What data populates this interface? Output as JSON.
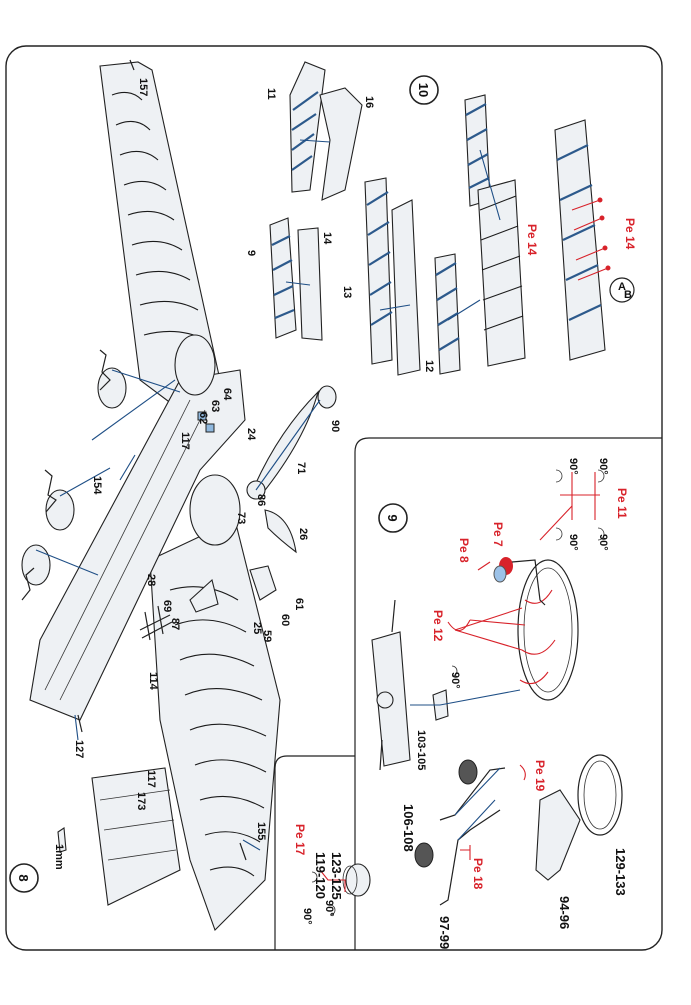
{
  "steps": [
    "8",
    "9",
    "10"
  ],
  "scale_mark": "1mm",
  "labels": {
    "l157": "157",
    "l11": "11",
    "l16": "16",
    "l9": "9",
    "l14": "14",
    "l13": "13",
    "l12": "12",
    "l62": "62",
    "l63": "63",
    "l64": "64",
    "l117a": "117",
    "l24": "24",
    "l90": "90",
    "l71": "71",
    "l86": "86",
    "l73": "73",
    "l26": "26",
    "l154": "154",
    "l28": "28",
    "l69": "69",
    "l87": "87",
    "l25": "25",
    "l59": "59",
    "l60": "60",
    "l61": "61",
    "l114": "114",
    "l127": "127",
    "l173": "173",
    "l117b": "117",
    "l155": "155",
    "l105": "103-105",
    "l108": "106-108",
    "l120": "119-120",
    "l125": "123-125",
    "l99": "97-99",
    "l96": "94-96",
    "l133": "129-133",
    "deg1": "90°",
    "deg2": "90°",
    "deg3": "90°",
    "deg4": "90°",
    "deg5": "90°",
    "deg6": "90°",
    "deg7": "90°"
  },
  "pe_labels": {
    "pe14a": "Pe 14",
    "pe14b": "Pe 14",
    "pe11": "Pe 11",
    "pe8": "Pe 8",
    "pe7": "Pe 7",
    "pe12": "Pe 12",
    "pe17": "Pe 17",
    "pe18": "Pe 18",
    "pe19": "Pe 19"
  },
  "callout_letters": {
    "a": "A",
    "b": "B"
  },
  "colors": {
    "ink": "#222222",
    "blue": "#2d5a8c",
    "red": "#d8222a",
    "paper": "#ffffff"
  }
}
